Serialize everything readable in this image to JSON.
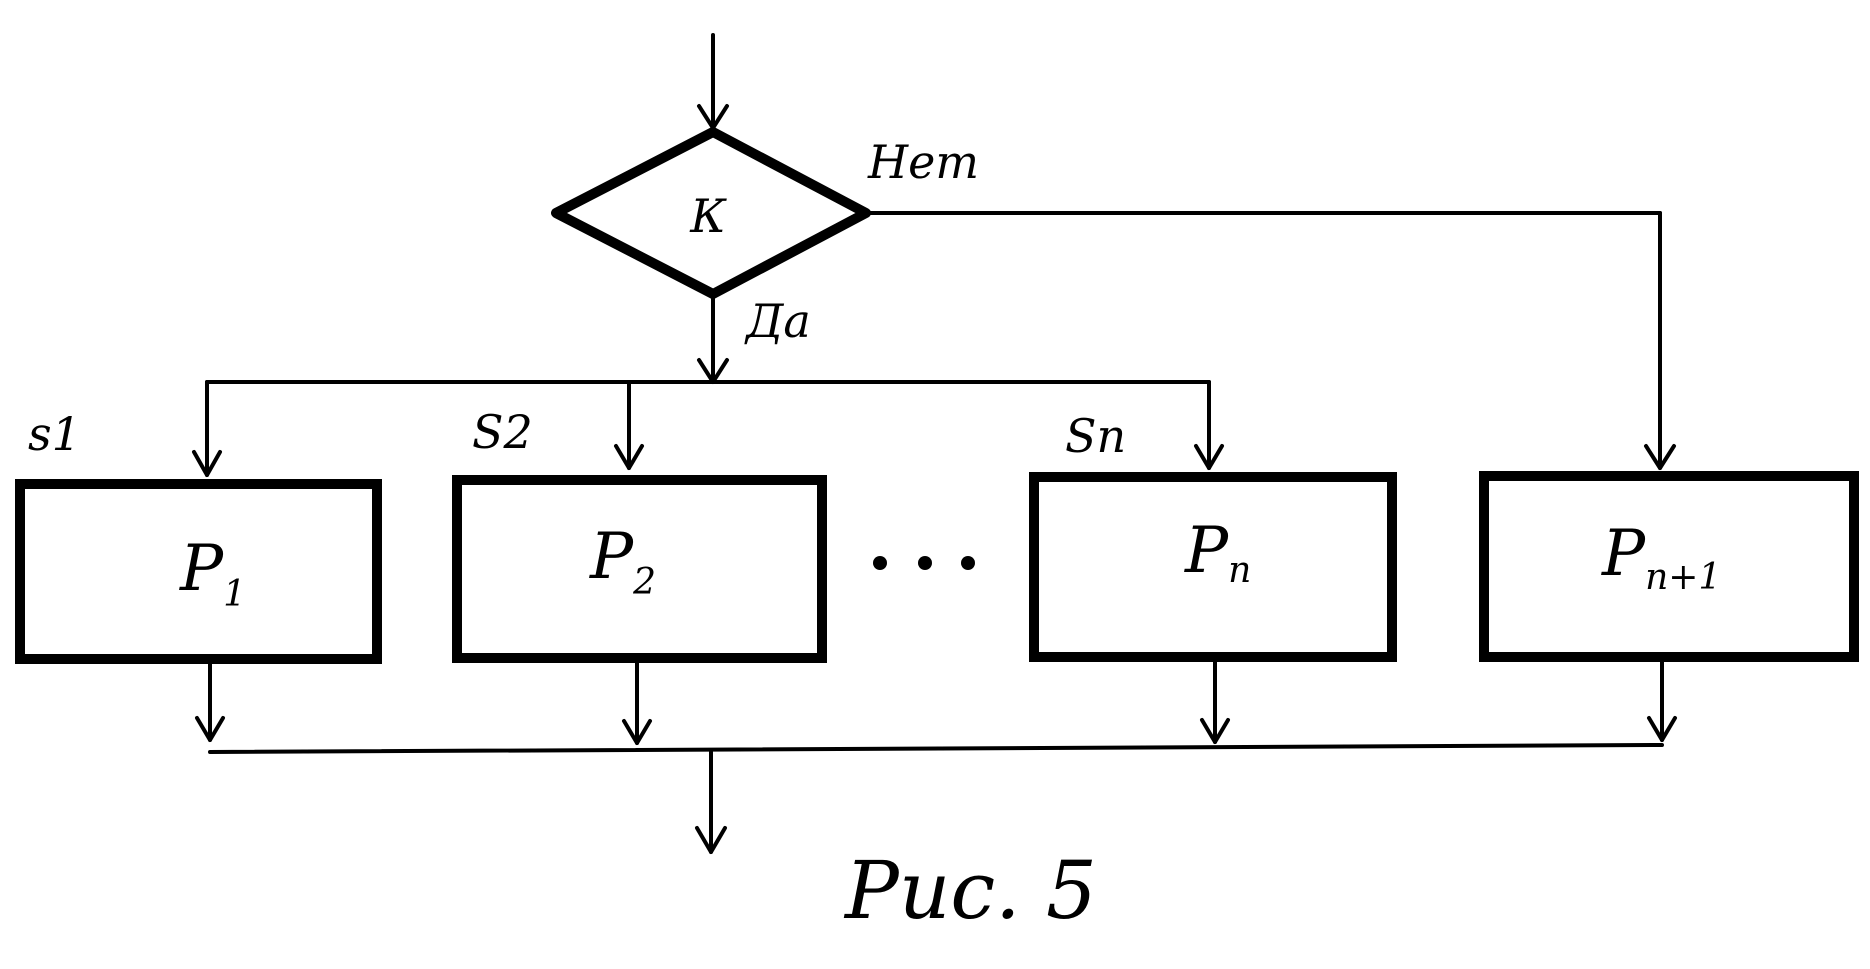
{
  "decision": {
    "condition": "К",
    "yes_label": "Да",
    "no_label": "Нет"
  },
  "branches": [
    {
      "signal": "s1",
      "process": "P",
      "index": "1"
    },
    {
      "signal": "S2",
      "process": "P",
      "index": "2"
    },
    {
      "signal": "Sn",
      "process": "P",
      "index": "n"
    }
  ],
  "else_branch": {
    "process": "P",
    "index": "n+1"
  },
  "ellipsis": "...",
  "caption": "Рис. 5",
  "colors": {
    "ink": "#000000",
    "paper": "#ffffff"
  }
}
